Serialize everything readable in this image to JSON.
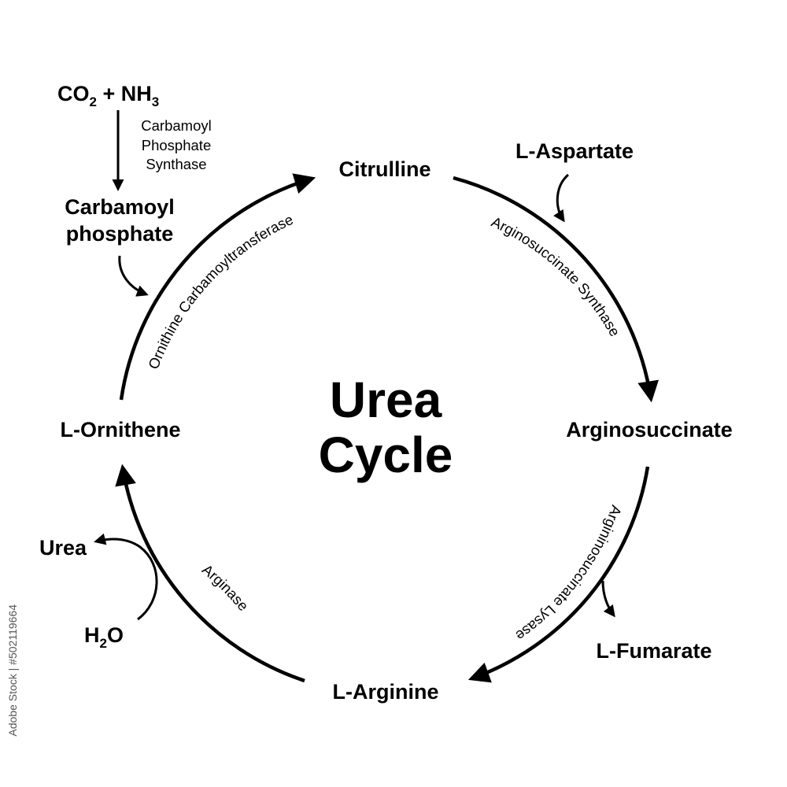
{
  "diagram": {
    "title_line1": "Urea",
    "title_line2": "Cycle",
    "nodes": {
      "citrulline": "Citrulline",
      "arginosuccinate": "Arginosuccinate",
      "l_arginine": "L-Arginine",
      "l_ornithene": "L-Ornithene"
    },
    "inputs": {
      "co2_main": "CO",
      "co2_sub": "2",
      "plus_nh": " + NH",
      "nh3_sub": "3",
      "carbamoyl_phosphate_line1": "Carbamoyl",
      "carbamoyl_phosphate_line2": "phosphate",
      "l_aspartate": "L-Aspartate",
      "h2o_main_h": "H",
      "h2o_sub": "2",
      "h2o_main_o": "O"
    },
    "outputs": {
      "l_fumarate": "L-Fumarate",
      "urea": "Urea"
    },
    "enzymes": {
      "cps_line1": "Carbamoyl",
      "cps_line2": "Phosphate",
      "cps_line3": "Synthase",
      "ornithine_carbamoyltransferase": "Ornithine Carbamoyltransferase",
      "arginosuccinate_synthase": "Arginosuccinate Synthase",
      "argininosuccinate_lysase": "Argininosuccinate Lysase",
      "arginase": "Arginase"
    },
    "stroke_color": "#000000",
    "background_color": "#ffffff"
  },
  "watermark": {
    "text": "Adobe Stock | #502119664"
  }
}
